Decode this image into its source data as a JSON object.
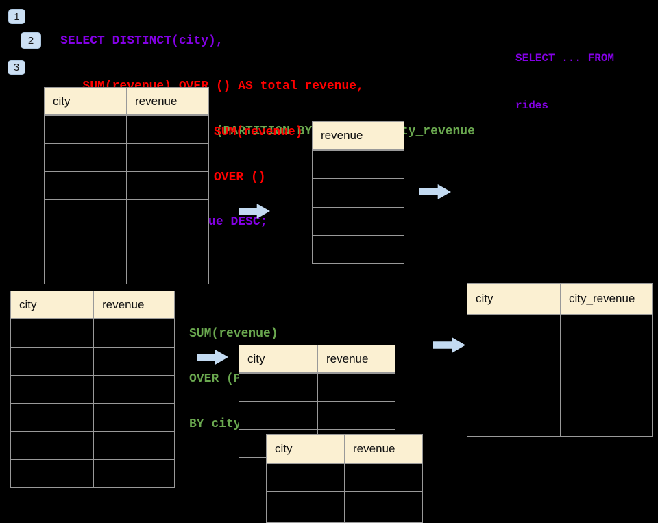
{
  "badges": [
    "1",
    "2",
    "3"
  ],
  "sql": {
    "lines": [
      "SELECT DISTINCT(city),",
      "   SUM(revenue) OVER () AS total_revenue,",
      "   SUM(revenue) OVER (PARTITION BY city) as city_revenue",
      " FROM rides",
      " ORDER by city_revenue DESC;"
    ]
  },
  "side_note": [
    "SELECT ... FROM",
    "rides"
  ],
  "annotations": {
    "total": [
      "SUM(revenue)",
      "OVER ()"
    ],
    "partition": [
      "SUM(revenue)",
      "OVER (PARTITION",
      "BY city)"
    ]
  },
  "tables": {
    "source_top": {
      "columns": [
        "city",
        "revenue"
      ],
      "row_count": 6
    },
    "total_result": {
      "columns": [
        "revenue"
      ],
      "row_count": 4
    },
    "source_bottom": {
      "columns": [
        "city",
        "revenue"
      ],
      "row_count": 6
    },
    "partition_mid": {
      "columns": [
        "city",
        "revenue"
      ],
      "row_count": 3
    },
    "partition_overlay": {
      "columns": [
        "city",
        "revenue"
      ],
      "row_count": 2
    },
    "city_revenue_result": {
      "columns": [
        "city",
        "city_revenue"
      ],
      "row_count": 4
    }
  },
  "colors": {
    "background": "#000000",
    "sql_purple": "#8400E6",
    "sql_red": "#FF0000",
    "sql_green": "#6AA84F",
    "table_header_bg": "#FBF0D2",
    "table_border": "#999999",
    "badge_bg": "#CCE0F4",
    "arrow_blue": "#C3DAF1"
  }
}
